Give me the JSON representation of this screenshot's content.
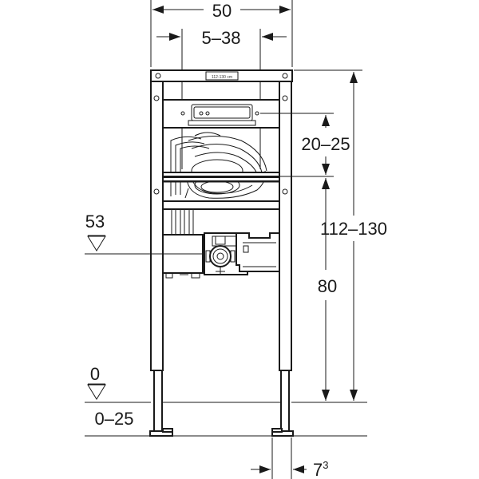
{
  "dimensions": {
    "overall_width": "50",
    "inner_width": "5–38",
    "upper_range": "20–25",
    "total_height": "112–130",
    "outlet_height": "80",
    "waste_height": "53",
    "floor_level": "0",
    "floor_range": "0–25",
    "foot_offset_base": "7",
    "foot_offset_sup": "3"
  },
  "plate_text": "112-130 cm"
}
